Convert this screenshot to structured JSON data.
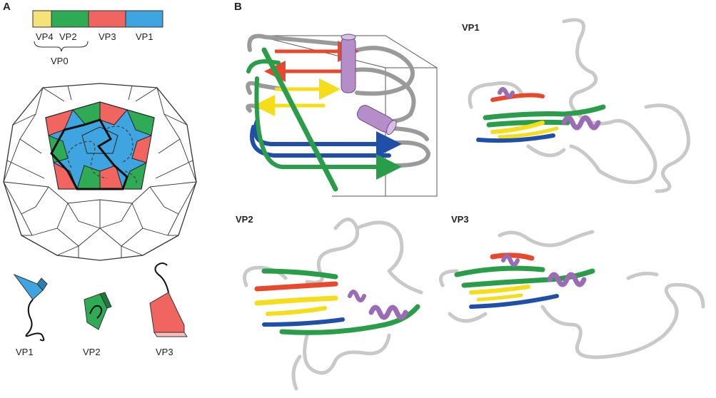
{
  "panels": {
    "a": "A",
    "b": "B"
  },
  "legend": {
    "segments": [
      {
        "label": "VP4",
        "color": "#f7e27a"
      },
      {
        "label": "VP2",
        "color": "#2fab55"
      },
      {
        "label": "VP3",
        "color": "#f0655f"
      },
      {
        "label": "VP1",
        "color": "#3fa5e0"
      }
    ],
    "bracket_label": "VP0"
  },
  "subunits": {
    "vp1": "VP1",
    "vp2": "VP2",
    "vp3": "VP3"
  },
  "structures": {
    "vp1": "VP1",
    "vp2": "VP2",
    "vp3": "VP3"
  },
  "colors": {
    "red_strand": "#e8482c",
    "yellow_strand": "#f5dd1a",
    "green_strand": "#2a9d4a",
    "blue_strand": "#1f4fa8",
    "helix": "#9b6bb5",
    "loop_gray": "#9a9a9a",
    "ribbon_gray": "#d6d6d6"
  }
}
